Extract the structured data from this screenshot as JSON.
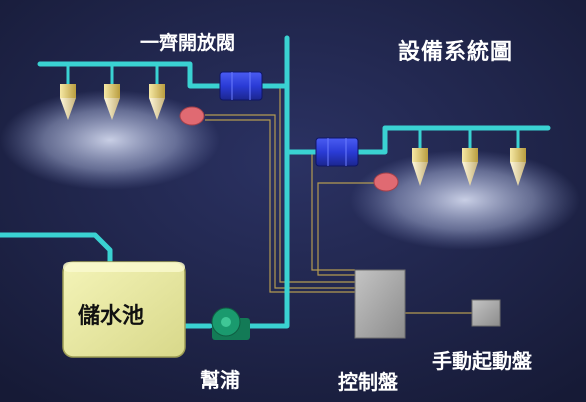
{
  "labels": {
    "title": "設備系統圖",
    "deluge_valve": "一齊開放閥",
    "water_tank": "儲水池",
    "pump": "幫浦",
    "control_panel": "控制盤",
    "manual_start_panel": "手動起動盤"
  },
  "colors": {
    "background": "#1e2346",
    "pipe": "#3ad2d2",
    "valve_body": "#2a3bd6",
    "nozzle": "#e8d27a",
    "detector": "#e06a72",
    "tank": "#ececa0",
    "pump": "#1a9a6e",
    "control_panel": "#a9a9a9",
    "signal_wire": "#b39a52"
  },
  "icons": {
    "nozzles_left": [
      "sprinkler-nozzle-icon",
      "sprinkler-nozzle-icon",
      "sprinkler-nozzle-icon",
      "sprinkler-nozzle-icon"
    ],
    "nozzles_right": [
      "sprinkler-nozzle-icon",
      "sprinkler-nozzle-icon",
      "sprinkler-nozzle-icon"
    ]
  }
}
